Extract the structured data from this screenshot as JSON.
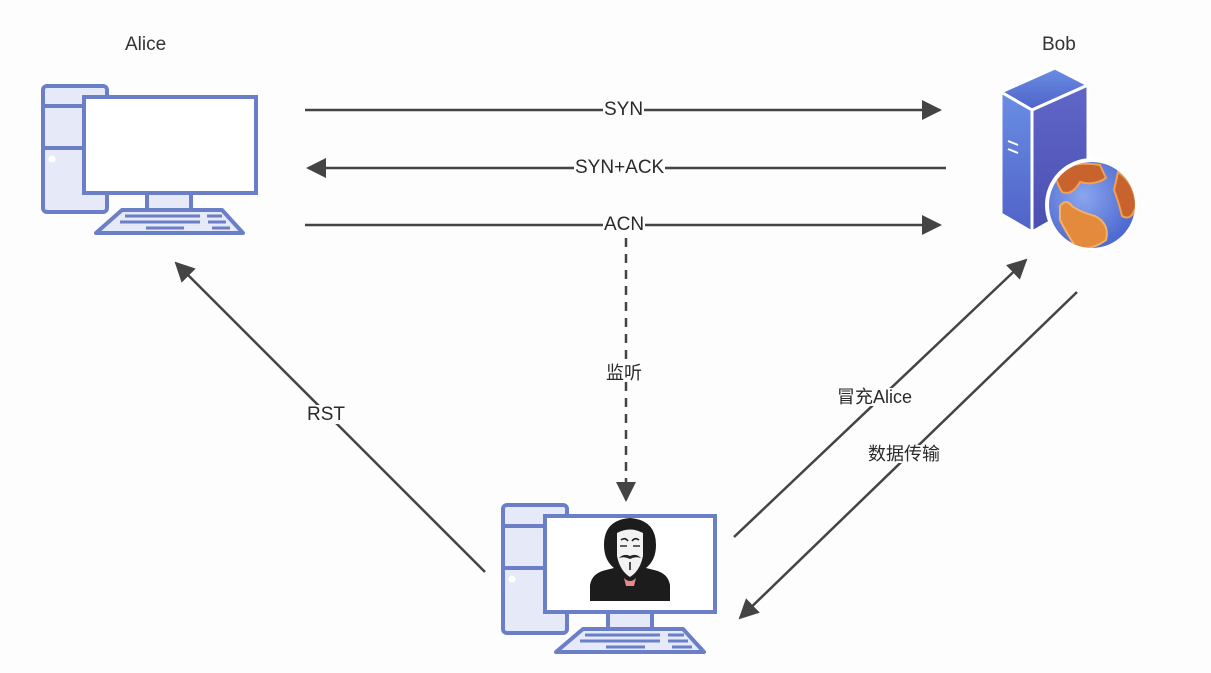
{
  "nodes": {
    "alice": {
      "name": "Alice",
      "icon": "desktop-computer-icon"
    },
    "bob": {
      "name": "Bob",
      "icon": "web-server-globe-icon"
    },
    "attacker": {
      "icon": "hacker-computer-icon"
    }
  },
  "edges": {
    "syn": {
      "label": "SYN",
      "from": "Alice",
      "to": "Bob",
      "style": "solid"
    },
    "syn_ack": {
      "label": "SYN+ACK",
      "from": "Bob",
      "to": "Alice",
      "style": "solid"
    },
    "acn": {
      "label": "ACN",
      "from": "Alice",
      "to": "Bob",
      "style": "solid"
    },
    "sniff": {
      "label": "监听",
      "from": "ACN",
      "to": "Attacker",
      "style": "dashed"
    },
    "rst": {
      "label": "RST",
      "from": "Attacker",
      "to": "Alice",
      "style": "solid"
    },
    "impersonate": {
      "label": "冒充Alice",
      "from": "Attacker",
      "to": "Bob",
      "style": "solid"
    },
    "data_transfer": {
      "label": "数据传输",
      "from": "Bob",
      "to": "Attacker",
      "style": "solid"
    }
  },
  "colors": {
    "computer_stroke": "#6b7fc9",
    "computer_fill": "#e6e9f7",
    "arrow": "#444444",
    "server_front": "#5a62c4",
    "server_top": "#6f8fe0",
    "globe_ocean": "#6f8fe0",
    "globe_land": "#e48a3c"
  }
}
